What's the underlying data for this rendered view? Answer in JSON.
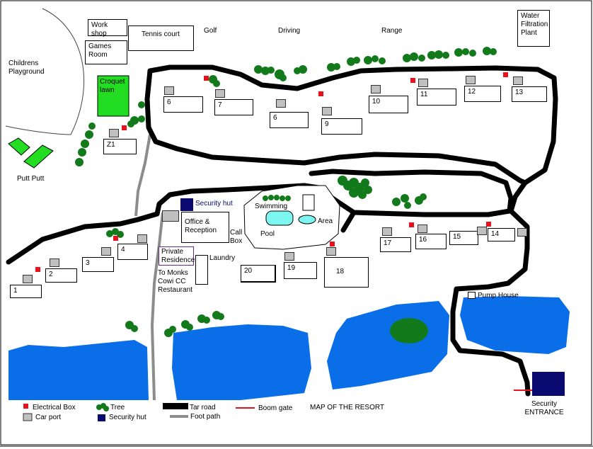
{
  "map": {
    "title": "MAP OF THE RESORT",
    "colors": {
      "road": "#000000",
      "footpath": "#8c8c8c",
      "water": "#0a6ee8",
      "tree": "#137a1c",
      "security_hut": "#0a0a70",
      "electrical_box": "#e8121c",
      "car_port": "#c0c0c0",
      "green_area": "#22dd22",
      "pool": "#7df5f0",
      "boom_gate": "#e8121c"
    },
    "labels": {
      "workshop": "Work shop",
      "games_room": "Games\nRoom",
      "tennis": "Tennis court",
      "golf": "Golf",
      "driving": "Driving",
      "range": "Range",
      "water_plant": "Water\nFiltration\nPlant",
      "playground": "Childrens\nPlayground",
      "croquet": "Croquet\nlawn",
      "putt": "Putt Putt",
      "security_hut": "Security hut",
      "office": "Office &\nReception",
      "call_box": "Call\nBox",
      "private": "Private\nResidence",
      "laundry": "Laundry",
      "to_monks": "To Monks\nCowi CC\nRestaurant",
      "swimming": "Swimming",
      "area": "Area",
      "pool": "Pool",
      "pump_house": "Pump House",
      "security_entrance": "Security\nENTRANCE"
    },
    "units": [
      "1",
      "2",
      "3",
      "4",
      "6",
      "7",
      "6",
      "9",
      "10",
      "11",
      "12",
      "13",
      "Z1",
      "14",
      "15",
      "16",
      "17",
      "18",
      "19",
      "20"
    ],
    "legend": {
      "electrical_box": "Electrical Box",
      "tree": "Tree",
      "tar_road": "Tar road",
      "boom_gate": "Boom gate",
      "car_port": "Car port",
      "security_hut": "Security hut",
      "foot_path": "Foot path"
    }
  }
}
